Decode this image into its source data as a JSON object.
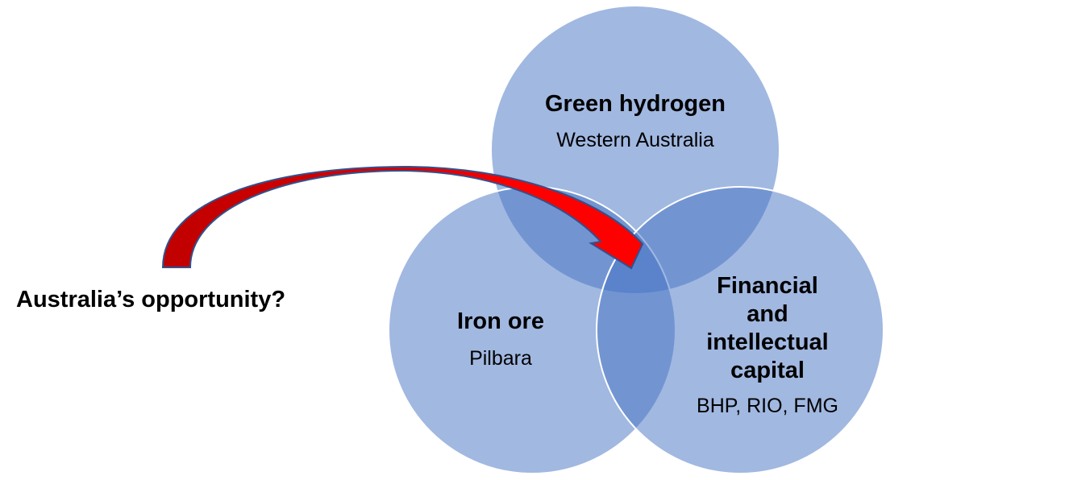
{
  "circles": {
    "top": {
      "title": "Green hydrogen",
      "subtitle": "Western Australia"
    },
    "left": {
      "title": "Iron ore",
      "subtitle": "Pilbara"
    },
    "right": {
      "title_lines": [
        "Financial",
        "and",
        "intellectual",
        "capital"
      ],
      "subtitle": "BHP, RIO, FMG"
    }
  },
  "callout": "Australia’s opportunity?",
  "colors": {
    "circle": "#4472c4",
    "arrow_dark": "#c00000",
    "arrow_light": "#ff0000",
    "arrow_outline": "#2f528f"
  }
}
